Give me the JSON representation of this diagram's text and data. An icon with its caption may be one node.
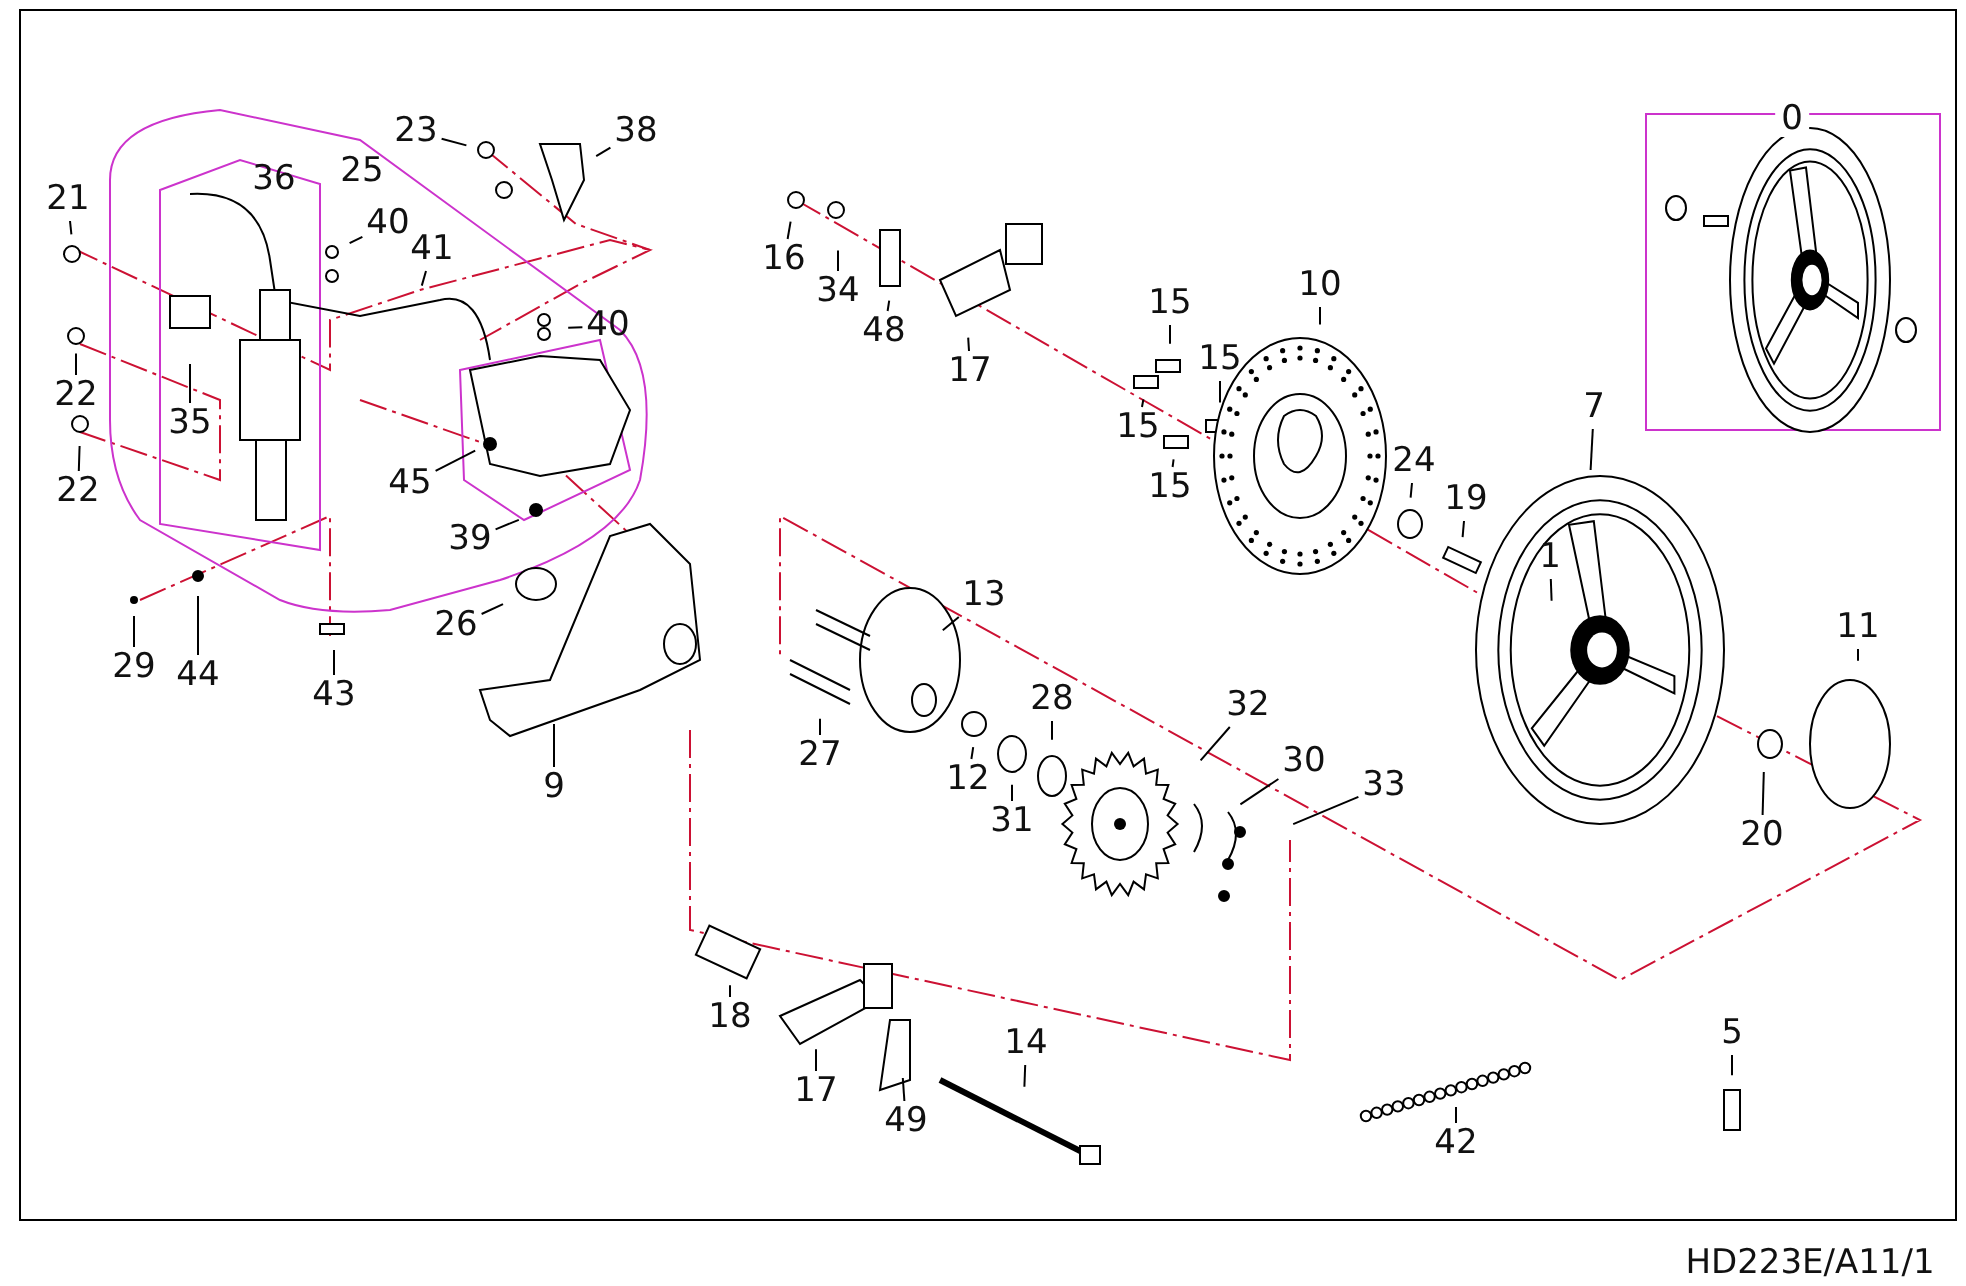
{
  "diagram": {
    "nodes": [
      {
        "text": [
          "23"
        ]
      },
      {
        "text": [
          "38"
        ]
      },
      {
        "text": [
          "21"
        ]
      },
      {
        "text": [
          "40"
        ]
      },
      {
        "text": [
          "41"
        ]
      },
      {
        "text": [
          "16"
        ]
      },
      {
        "text": [
          "34"
        ]
      },
      {
        "text": [
          "10"
        ]
      },
      {
        "text": [
          "15"
        ]
      },
      {
        "text": [
          "40"
        ]
      },
      {
        "text": [
          "48"
        ]
      },
      {
        "text": [
          "15"
        ]
      },
      {
        "text": [
          "17"
        ]
      },
      {
        "text": [
          "22"
        ]
      },
      {
        "text": [
          "7"
        ]
      },
      {
        "text": [
          "35"
        ]
      },
      {
        "text": [
          "15"
        ]
      },
      {
        "text": [
          "24"
        ]
      },
      {
        "text": [
          "45"
        ]
      },
      {
        "text": [
          "15"
        ]
      },
      {
        "text": [
          "22"
        ]
      },
      {
        "text": [
          "19"
        ]
      },
      {
        "text": [
          "39"
        ]
      },
      {
        "text": [
          "1"
        ]
      },
      {
        "text": [
          "26"
        ]
      },
      {
        "text": [
          "13"
        ]
      },
      {
        "text": [
          "11"
        ]
      },
      {
        "text": [
          "29"
        ]
      },
      {
        "text": [
          "44"
        ]
      },
      {
        "text": [
          "43"
        ]
      },
      {
        "text": [
          "28"
        ]
      },
      {
        "text": [
          "32"
        ]
      },
      {
        "text": [
          "27"
        ]
      },
      {
        "text": [
          "30"
        ]
      },
      {
        "text": [
          "12"
        ]
      },
      {
        "text": [
          "33"
        ]
      },
      {
        "text": [
          "9"
        ]
      },
      {
        "text": [
          "31"
        ]
      },
      {
        "text": [
          "20"
        ]
      },
      {
        "text": [
          "18"
        ]
      },
      {
        "text": [
          "5"
        ]
      },
      {
        "text": [
          "14"
        ]
      },
      {
        "text": [
          "17"
        ]
      },
      {
        "text": [
          "49"
        ]
      },
      {
        "text": [
          "42"
        ]
      }
    ],
    "edges": [
      {
        "from": 0,
        "to": null,
        "arrow": "none"
      },
      {
        "from": 1,
        "to": null,
        "arrow": "none"
      },
      {
        "from": 2,
        "to": null,
        "arrow": "none"
      },
      {
        "from": 3,
        "to": null,
        "arrow": "none"
      },
      {
        "from": 4,
        "to": null,
        "arrow": "none"
      },
      {
        "from": 5,
        "to": null,
        "arrow": "none"
      },
      {
        "from": 6,
        "to": null,
        "arrow": "none"
      },
      {
        "from": 7,
        "to": null,
        "arrow": "none"
      },
      {
        "from": 8,
        "to": null,
        "arrow": "none"
      },
      {
        "from": 9,
        "to": null,
        "arrow": "none"
      },
      {
        "from": 10,
        "to": null,
        "arrow": "none"
      },
      {
        "from": 11,
        "to": null,
        "arrow": "none"
      },
      {
        "from": 12,
        "to": null,
        "arrow": "none"
      },
      {
        "from": 13,
        "to": null,
        "arrow": "none"
      },
      {
        "from": 14,
        "to": null,
        "arrow": "none"
      },
      {
        "from": 15,
        "to": null,
        "arrow": "none"
      },
      {
        "from": 16,
        "to": null,
        "arrow": "none"
      },
      {
        "from": 17,
        "to": null,
        "arrow": "none"
      },
      {
        "from": 18,
        "to": null,
        "arrow": "none"
      },
      {
        "from": 19,
        "to": null,
        "arrow": "none"
      },
      {
        "from": 20,
        "to": null,
        "arrow": "none"
      },
      {
        "from": 21,
        "to": null,
        "arrow": "none"
      },
      {
        "from": 22,
        "to": null,
        "arrow": "none"
      },
      {
        "from": 23,
        "to": null,
        "arrow": "none"
      },
      {
        "from": 24,
        "to": null,
        "arrow": "none"
      },
      {
        "from": 25,
        "to": null,
        "arrow": "none"
      },
      {
        "from": 26,
        "to": null,
        "arrow": "none"
      },
      {
        "from": 27,
        "to": null,
        "arrow": "none"
      },
      {
        "from": 28,
        "to": null,
        "arrow": "none"
      },
      {
        "from": 29,
        "to": null,
        "arrow": "none"
      },
      {
        "from": 30,
        "to": null,
        "arrow": "none"
      },
      {
        "from": 31,
        "to": null,
        "arrow": "none"
      },
      {
        "from": 32,
        "to": null,
        "arrow": "none"
      },
      {
        "from": 33,
        "to": null,
        "arrow": "none"
      },
      {
        "from": 34,
        "to": null,
        "arrow": "none"
      },
      {
        "from": 35,
        "to": null,
        "arrow": "none"
      },
      {
        "from": 36,
        "to": null,
        "arrow": "none"
      },
      {
        "from": 37,
        "to": null,
        "arrow": "none"
      },
      {
        "from": 38,
        "to": null,
        "arrow": "none"
      },
      {
        "from": 39,
        "to": null,
        "arrow": "none"
      },
      {
        "from": 40,
        "to": null,
        "arrow": "none"
      },
      {
        "from": 41,
        "to": null,
        "arrow": "none"
      },
      {
        "from": 42,
        "to": null,
        "arrow": "none"
      },
      {
        "from": 43,
        "to": null,
        "arrow": "none"
      },
      {
        "from": 44,
        "to": null,
        "arrow": "none"
      }
    ],
    "labels": [
      "0",
      "25",
      "36",
      "HD223E/A11/1"
    ]
  }
}
